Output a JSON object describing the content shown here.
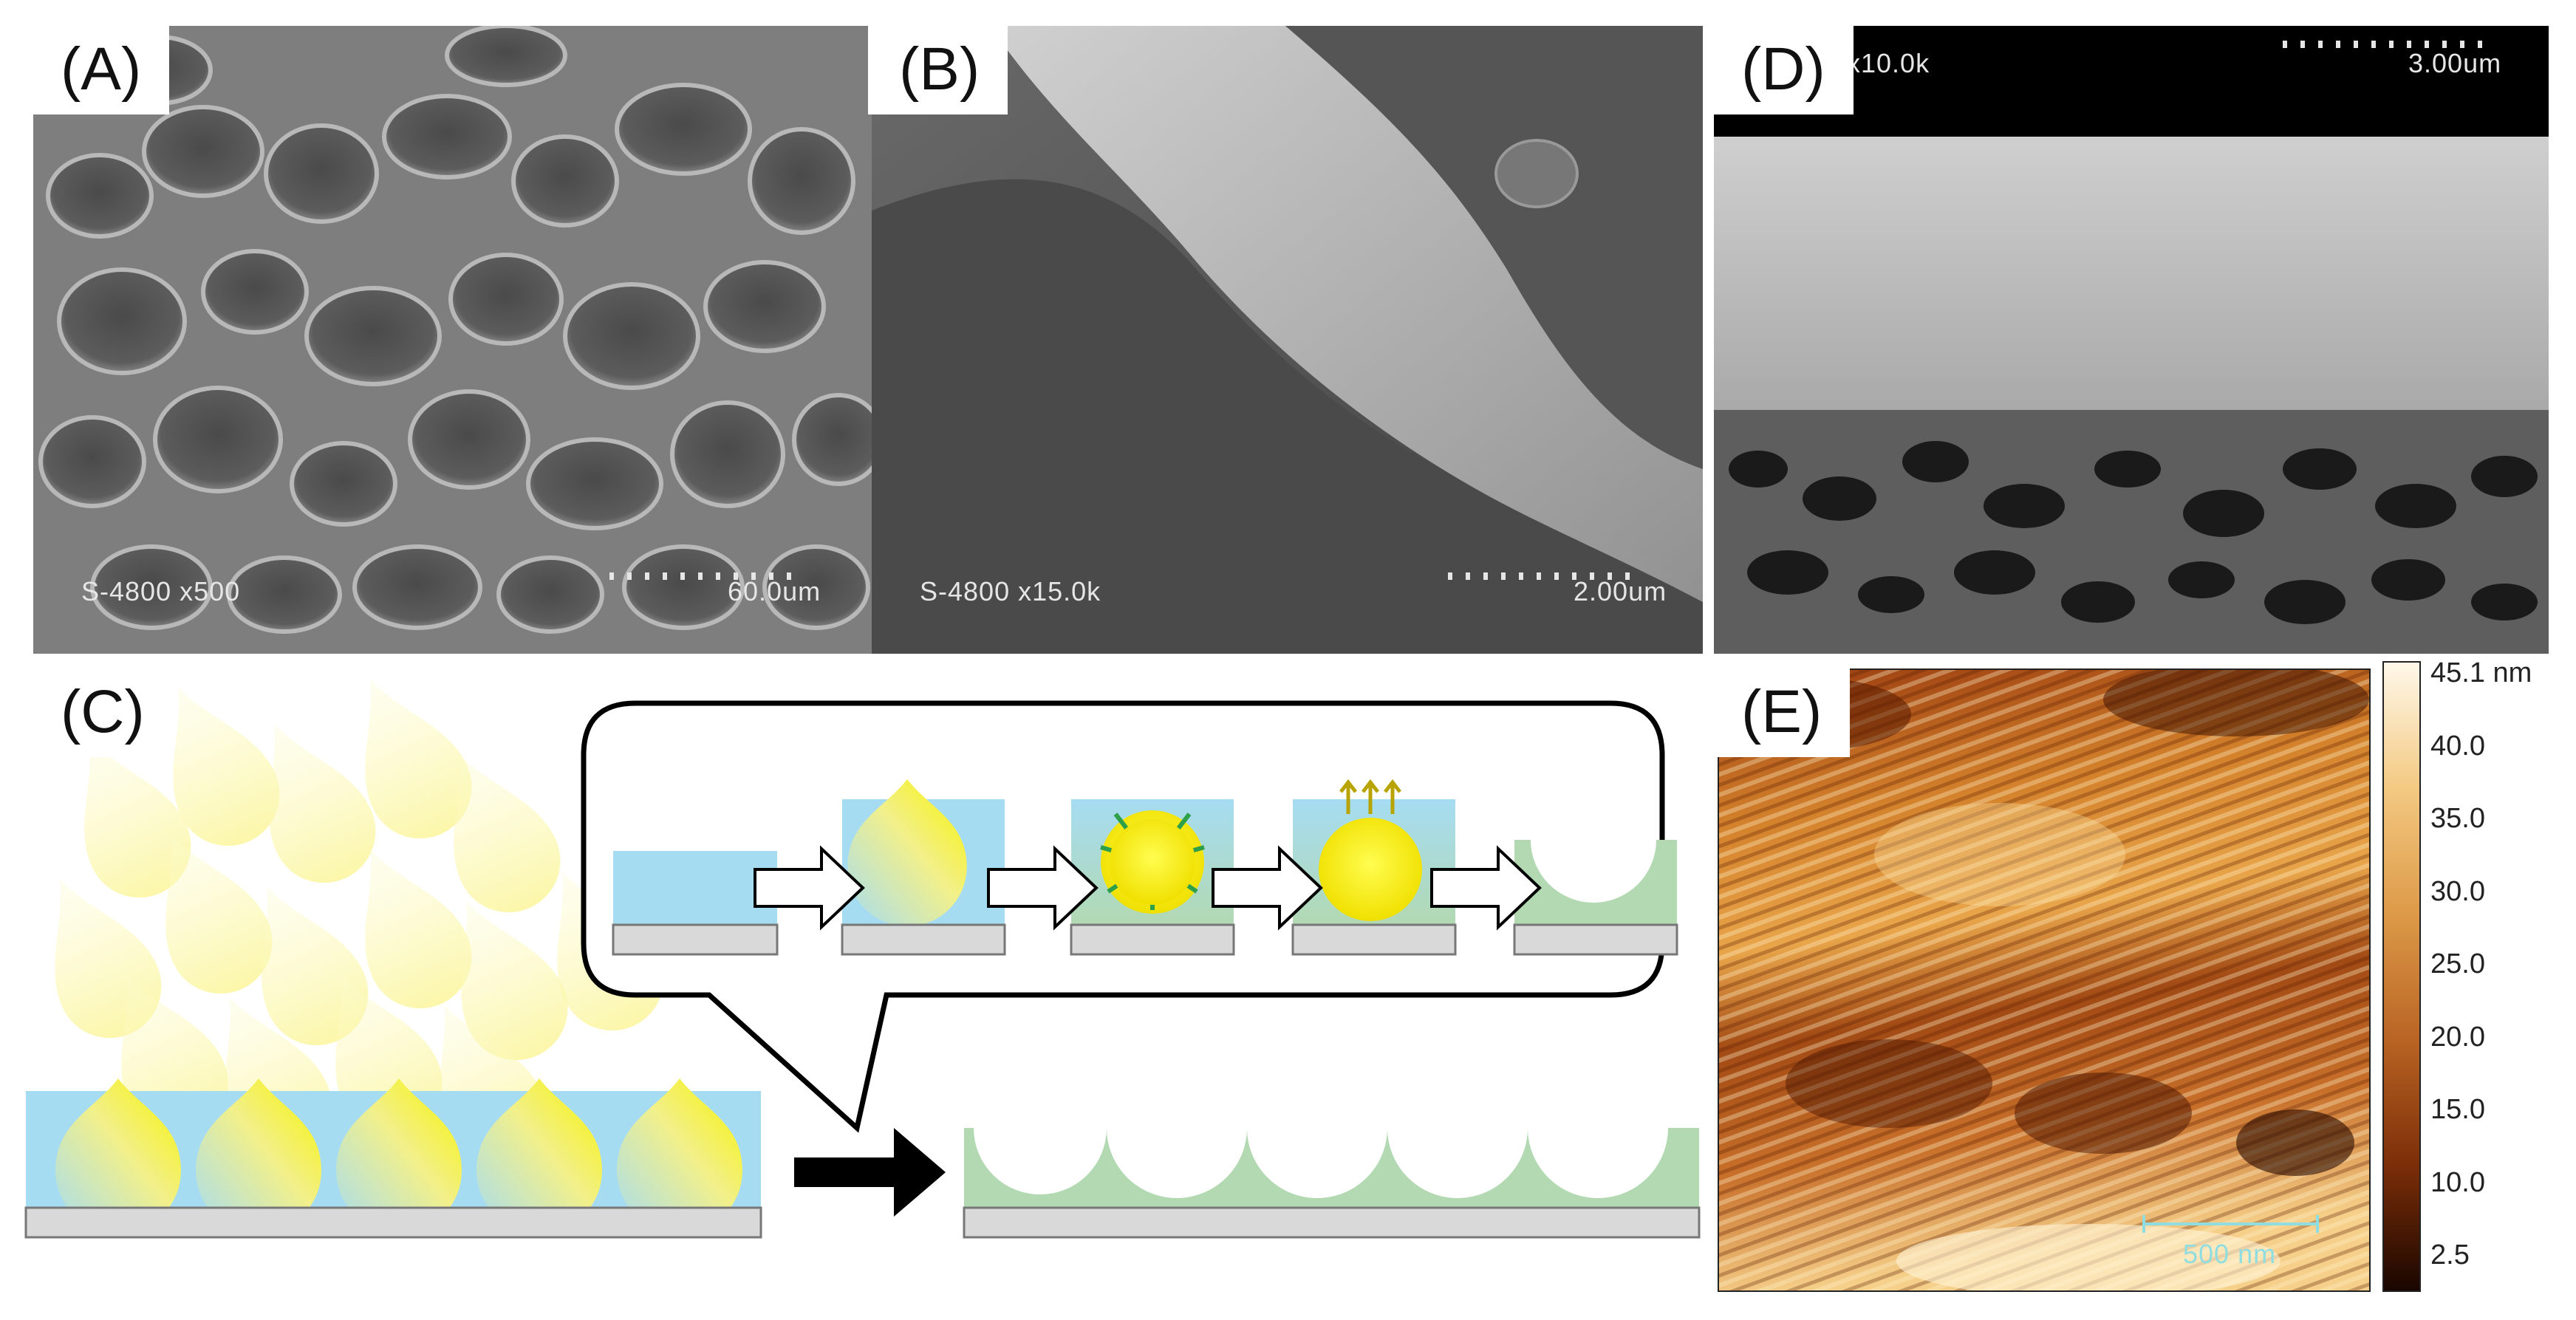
{
  "panels": {
    "a": {
      "label": "(A)",
      "instrument_text": "S-4800 x500",
      "scale_text": "60.0um"
    },
    "b": {
      "label": "(B)",
      "instrument_text": "S-4800 x15.0k",
      "scale_text": "2.00um"
    },
    "c": {
      "label": "(C)"
    },
    "d": {
      "label": "(D)",
      "instrument_text": "x10.0k",
      "scale_text": "3.00um"
    },
    "e": {
      "label": "(E)",
      "scale_text": "500 nm",
      "colorbar_ticks": [
        "45.1 nm",
        "40.0",
        "35.0",
        "30.0",
        "25.0",
        "20.0",
        "15.0",
        "10.0",
        "2.5"
      ]
    }
  },
  "colors": {
    "water_layer": "#a6dcf2",
    "droplet_yellow": "#f6f200",
    "polymer_green": "#b2d9b2",
    "substrate_gray": "#d9d9d9",
    "arrow_green": "#2ea04a",
    "vapor_arrow": "#b8a400",
    "afm_dark": "#2a0a00",
    "afm_light": "#fff3d6"
  },
  "icons": [
    "white-process-arrow-icon",
    "black-process-arrow-icon",
    "condensation-arrow-icon",
    "evaporation-arrow-icon"
  ]
}
